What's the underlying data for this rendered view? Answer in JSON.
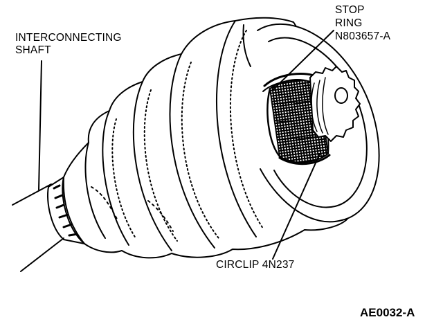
{
  "labels": {
    "shaft_line1": "INTERCONNECTING",
    "shaft_line2": "SHAFT",
    "ring_line1": "STOP",
    "ring_line2": "RING",
    "ring_line3": "N803657-A",
    "circlip": "CIRCLIP 4N237"
  },
  "figure_id": "AE0032-A",
  "colors": {
    "ink": "#000000",
    "paper": "#ffffff"
  }
}
